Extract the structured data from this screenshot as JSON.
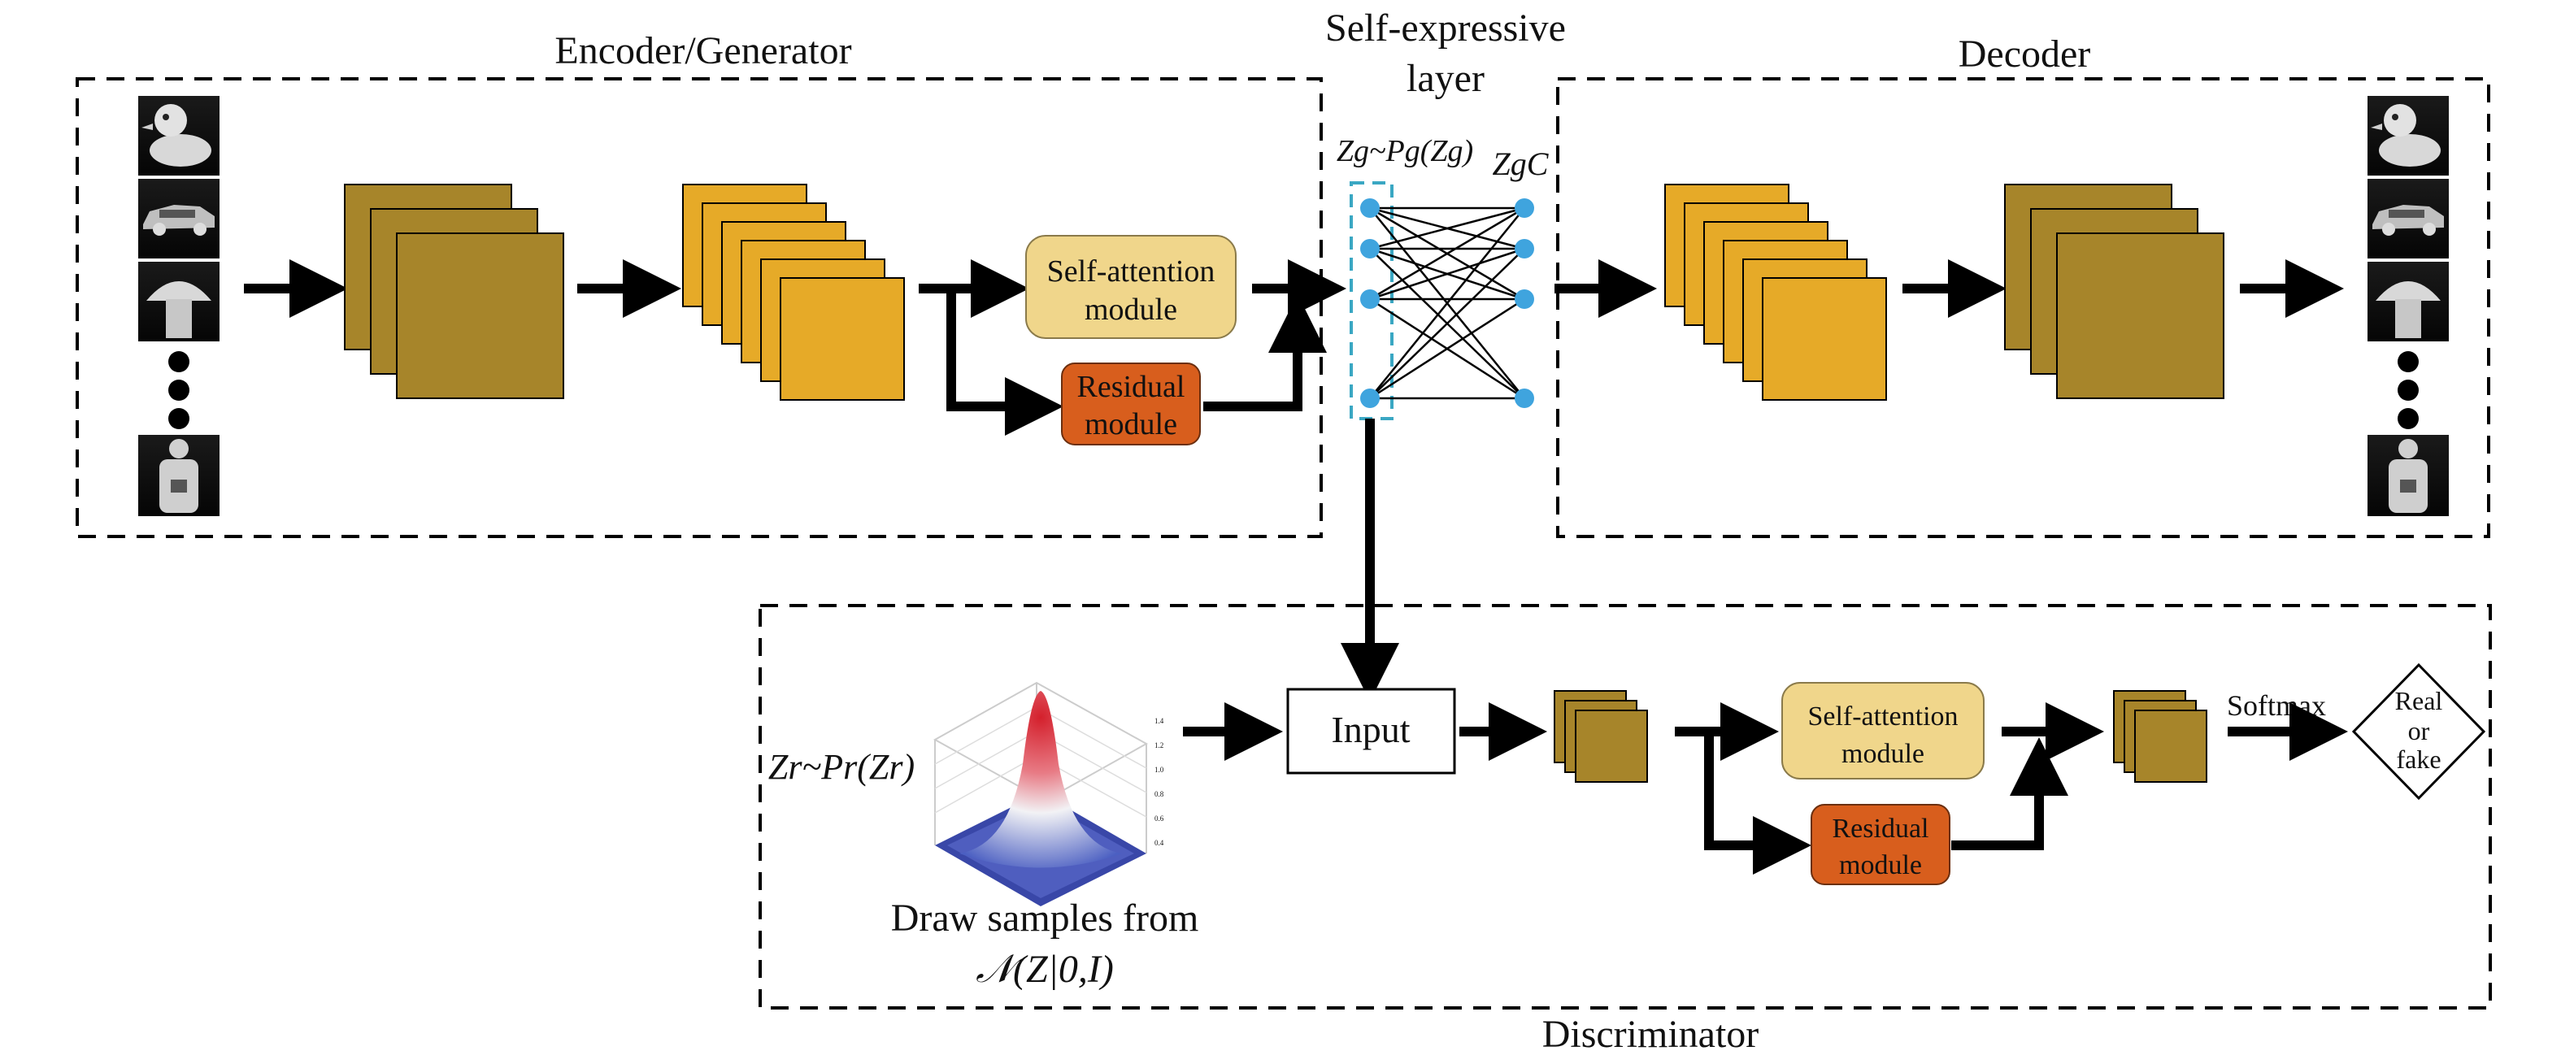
{
  "encoder": {
    "title": "Encoder/Generator"
  },
  "self_expressive": {
    "title_line1": "Self-expressive",
    "title_line2": "layer",
    "zg_dist": "Zg~Pg(Zg)",
    "zg_c": "ZgC"
  },
  "decoder": {
    "title": "Decoder"
  },
  "discriminator": {
    "title": "Discriminator"
  },
  "modules": {
    "self_attention_line1": "Self-attention",
    "self_attention_line2": "module",
    "residual_line1": "Residual",
    "residual_line2": "module"
  },
  "input_label": "Input",
  "softmax_label": "Softmax",
  "real_fake": {
    "line1": "Real",
    "line2": "or",
    "line3": "fake"
  },
  "prior": {
    "dist": "Zr~Pr(Zr)",
    "caption_line1": "Draw samples from",
    "caption_line2": "𝒩(Z|0,I)"
  },
  "colors": {
    "dark_gold": "#a7852a",
    "bright_gold": "#e6aa28",
    "self_attention": "#f0d68b",
    "residual": "#d85e1d",
    "node_blue": "#3fa4de",
    "dashed_teal": "#3aa7c3"
  }
}
